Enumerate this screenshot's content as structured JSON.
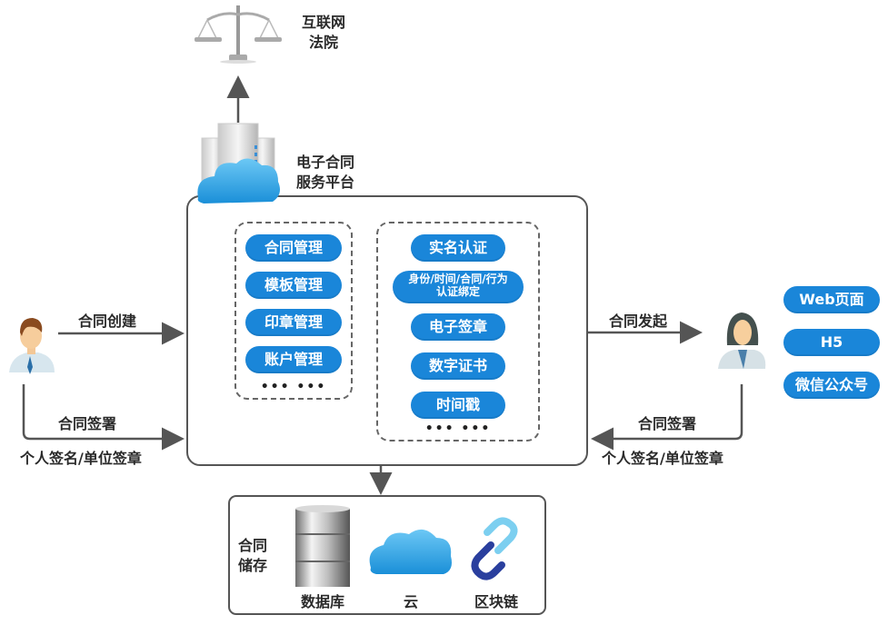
{
  "court": {
    "label_line1": "互联网",
    "label_line2": "法院",
    "icon": "scale-of-justice-icon"
  },
  "platform": {
    "label_line1": "电子合同",
    "label_line2": "服务平台",
    "icon": "cloud-server-icon",
    "left_group": {
      "items": [
        "合同管理",
        "模板管理",
        "印章管理",
        "账户管理"
      ],
      "more": "••• •••"
    },
    "right_group": {
      "items": [
        "实名认证",
        "身份/时间/合同/行为\n认证绑定",
        "电子签章",
        "数字证书",
        "时间戳"
      ],
      "binding_line1": "身份/时间/合同/行为",
      "binding_line2": "认证绑定",
      "more": "••• •••"
    }
  },
  "left_user": {
    "icon": "male-user-icon",
    "arrow_top_label": "合同创建",
    "arrow_bottom_label": "合同签署",
    "bottom_caption": "个人签名/单位签章"
  },
  "right_user": {
    "icon": "female-user-icon",
    "arrow_top_label": "合同发起",
    "arrow_bottom_label": "合同签署",
    "bottom_caption": "个人签名/单位签章",
    "channels": [
      "Web页面",
      "H5",
      "微信公众号"
    ]
  },
  "storage": {
    "label_line1": "合同",
    "label_line2": "储存",
    "items": [
      {
        "label": "数据库",
        "icon": "database-icon"
      },
      {
        "label": "云",
        "icon": "cloud-icon"
      },
      {
        "label": "区块链",
        "icon": "chain-link-icon"
      }
    ]
  },
  "colors": {
    "pill": "#1a86d9",
    "line": "#555555",
    "cloud": "#29a3e8"
  }
}
